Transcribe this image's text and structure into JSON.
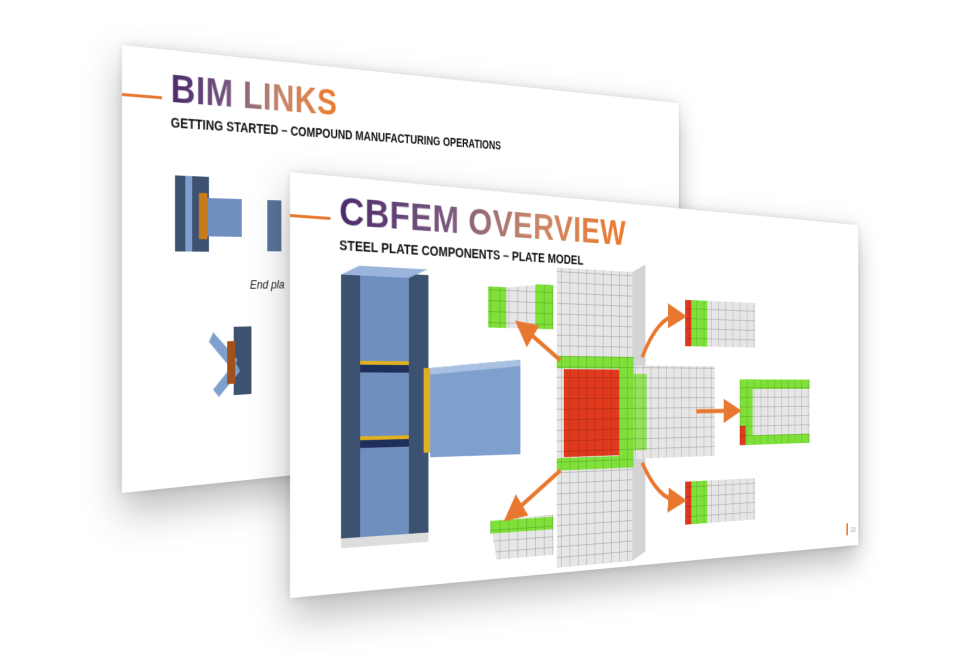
{
  "back_slide": {
    "title": "BIM LINKS",
    "subtitle": "GETTING STARTED – COMPOUND MANUFACTURING OPERATIONS",
    "caption": "End pla"
  },
  "front_slide": {
    "title": "CBFEM OVERVIEW",
    "subtitle": "STEEL PLATE COMPONENTS – PLATE MODEL",
    "page_number": "22"
  },
  "colors": {
    "accent": "#e8782f",
    "steel": "#6f8fbf",
    "mesh_red": "#e03a1e",
    "mesh_green": "#7fe03a",
    "mesh_grey": "#e6e6e6"
  }
}
